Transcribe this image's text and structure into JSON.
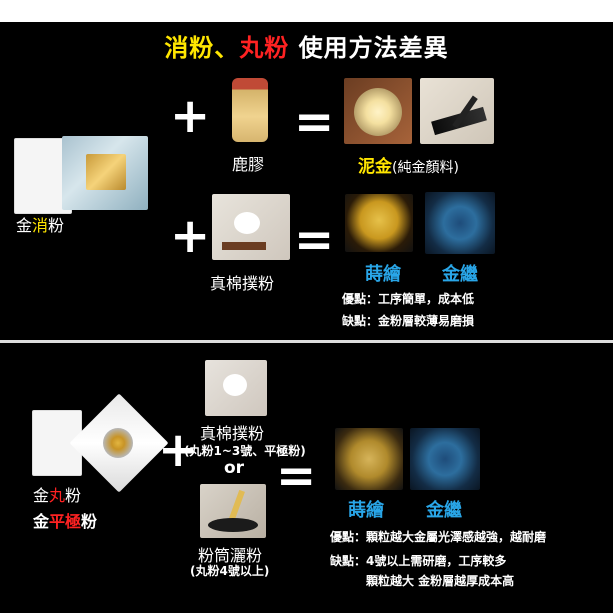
{
  "title": {
    "part1": "消粉",
    "sep": "、",
    "part2": "丸粉",
    "part3": " 使用方法差異"
  },
  "top": {
    "left_label_prefix": "金",
    "left_label_highlight": "消",
    "left_label_suffix": "粉",
    "plus_1": "+",
    "eq_1": "=",
    "item_1_label": "鹿膠",
    "result_1_label_strong": "泥金",
    "result_1_label_note": "(純金顏料)",
    "plus_2": "+",
    "eq_2": "=",
    "item_2_label": "真棉撲粉",
    "result_2a": "蒔繪",
    "result_2b": "金繼",
    "pros": "優點：工序簡單，成本低",
    "cons": "缺點：金粉層較薄易磨損"
  },
  "bottom": {
    "left_label_1_prefix": "金",
    "left_label_1_highlight": "丸",
    "left_label_1_suffix": "粉",
    "left_label_2_prefix": "金",
    "left_label_2_highlight": "平極",
    "left_label_2_suffix": "粉",
    "plus": "+",
    "eq": "=",
    "tool_1_label": "真棉撲粉",
    "tool_1_note": "(丸粉1~3號、平極粉)",
    "or": "or",
    "tool_2_label": "粉筒灑粉",
    "tool_2_note": "(丸粉4號以上)",
    "result_a": "蒔繪",
    "result_b": "金繼",
    "pros": "優點：顆粒越大金屬光澤感越強，越耐磨",
    "cons_1": "缺點：4號以上需研磨，工序較多",
    "cons_2": "顆粒越大 金粉層越厚成本高"
  }
}
